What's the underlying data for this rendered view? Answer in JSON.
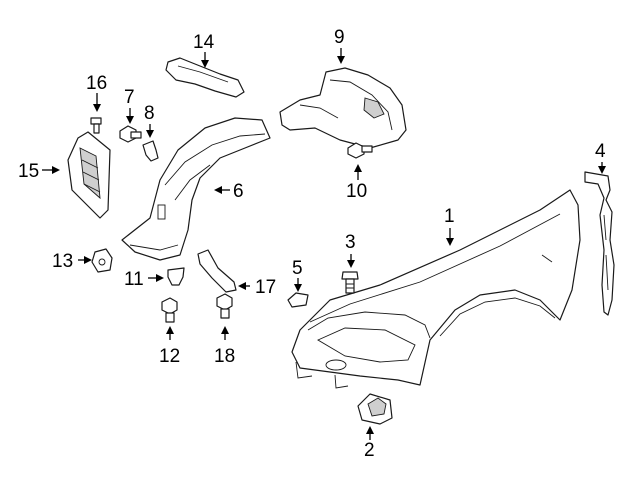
{
  "callouts": [
    "1",
    "2",
    "3",
    "4",
    "5",
    "6",
    "7",
    "8",
    "9",
    "10",
    "11",
    "12",
    "13",
    "14",
    "15",
    "16",
    "17",
    "18"
  ],
  "colors": {
    "line": "#1a1a1a",
    "background": "#ffffff",
    "shade": "#cfcfcf"
  }
}
